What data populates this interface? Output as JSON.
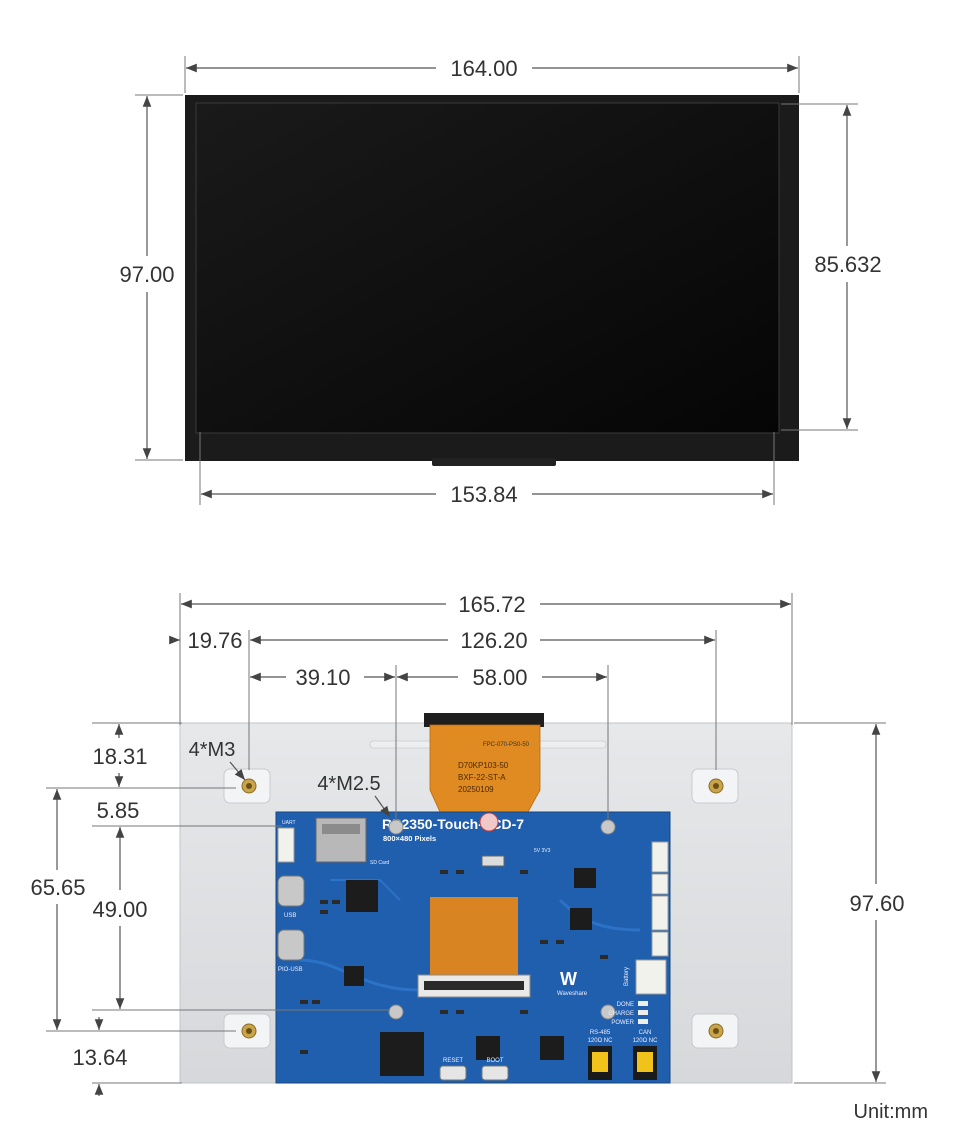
{
  "top_view": {
    "overall_width": "164.00",
    "overall_height": "97.00",
    "active_height": "85.632",
    "active_width": "153.84"
  },
  "bottom_view": {
    "board_width": "165.72",
    "hole_offset_x": "19.76",
    "hole_span_x": "126.20",
    "hole_to_fpc": "39.10",
    "fpc_span": "58.00",
    "top_to_hole": "18.31",
    "hole_label_m3": "4*M3",
    "hole_label_m25": "4*M2.5",
    "pcb_offset_y": "5.85",
    "hole_span_y": "65.65",
    "pcb_hole_span_y": "49.00",
    "bottom_to_hole": "13.64",
    "overall_height": "97.60"
  },
  "pcb": {
    "title": "RP2350-Touch-LCD-7",
    "subtitle": "800×480 Pixels",
    "brand": "Waveshare",
    "uart": "UART",
    "usb": "USB",
    "pio_usb": "PIO-USB",
    "battery": "Battery",
    "reset": "RESET",
    "boot": "BOOT",
    "sd": "SD Card",
    "status_done": "DONE",
    "status_charge": "CHARGE",
    "status_power": "POWER",
    "rs485": "RS-485",
    "can": "CAN",
    "ohm_rs485": "120Ω  NC",
    "ohm_can": "120Ω  NC",
    "fpc_label1": "FPC-070-PS0-50",
    "fpc_label2": "D70KP103-50",
    "fpc_label3": "BXF-22-ST-A",
    "fpc_label4": "20250109",
    "pwr_label": "5V 3V3"
  },
  "unit": "Unit:mm",
  "colors": {
    "pcb_blue": "#1f5fae",
    "fpc_orange": "#e08a22",
    "frame_gray": "#dfe1e3",
    "screen_black": "#0d0d0d"
  }
}
